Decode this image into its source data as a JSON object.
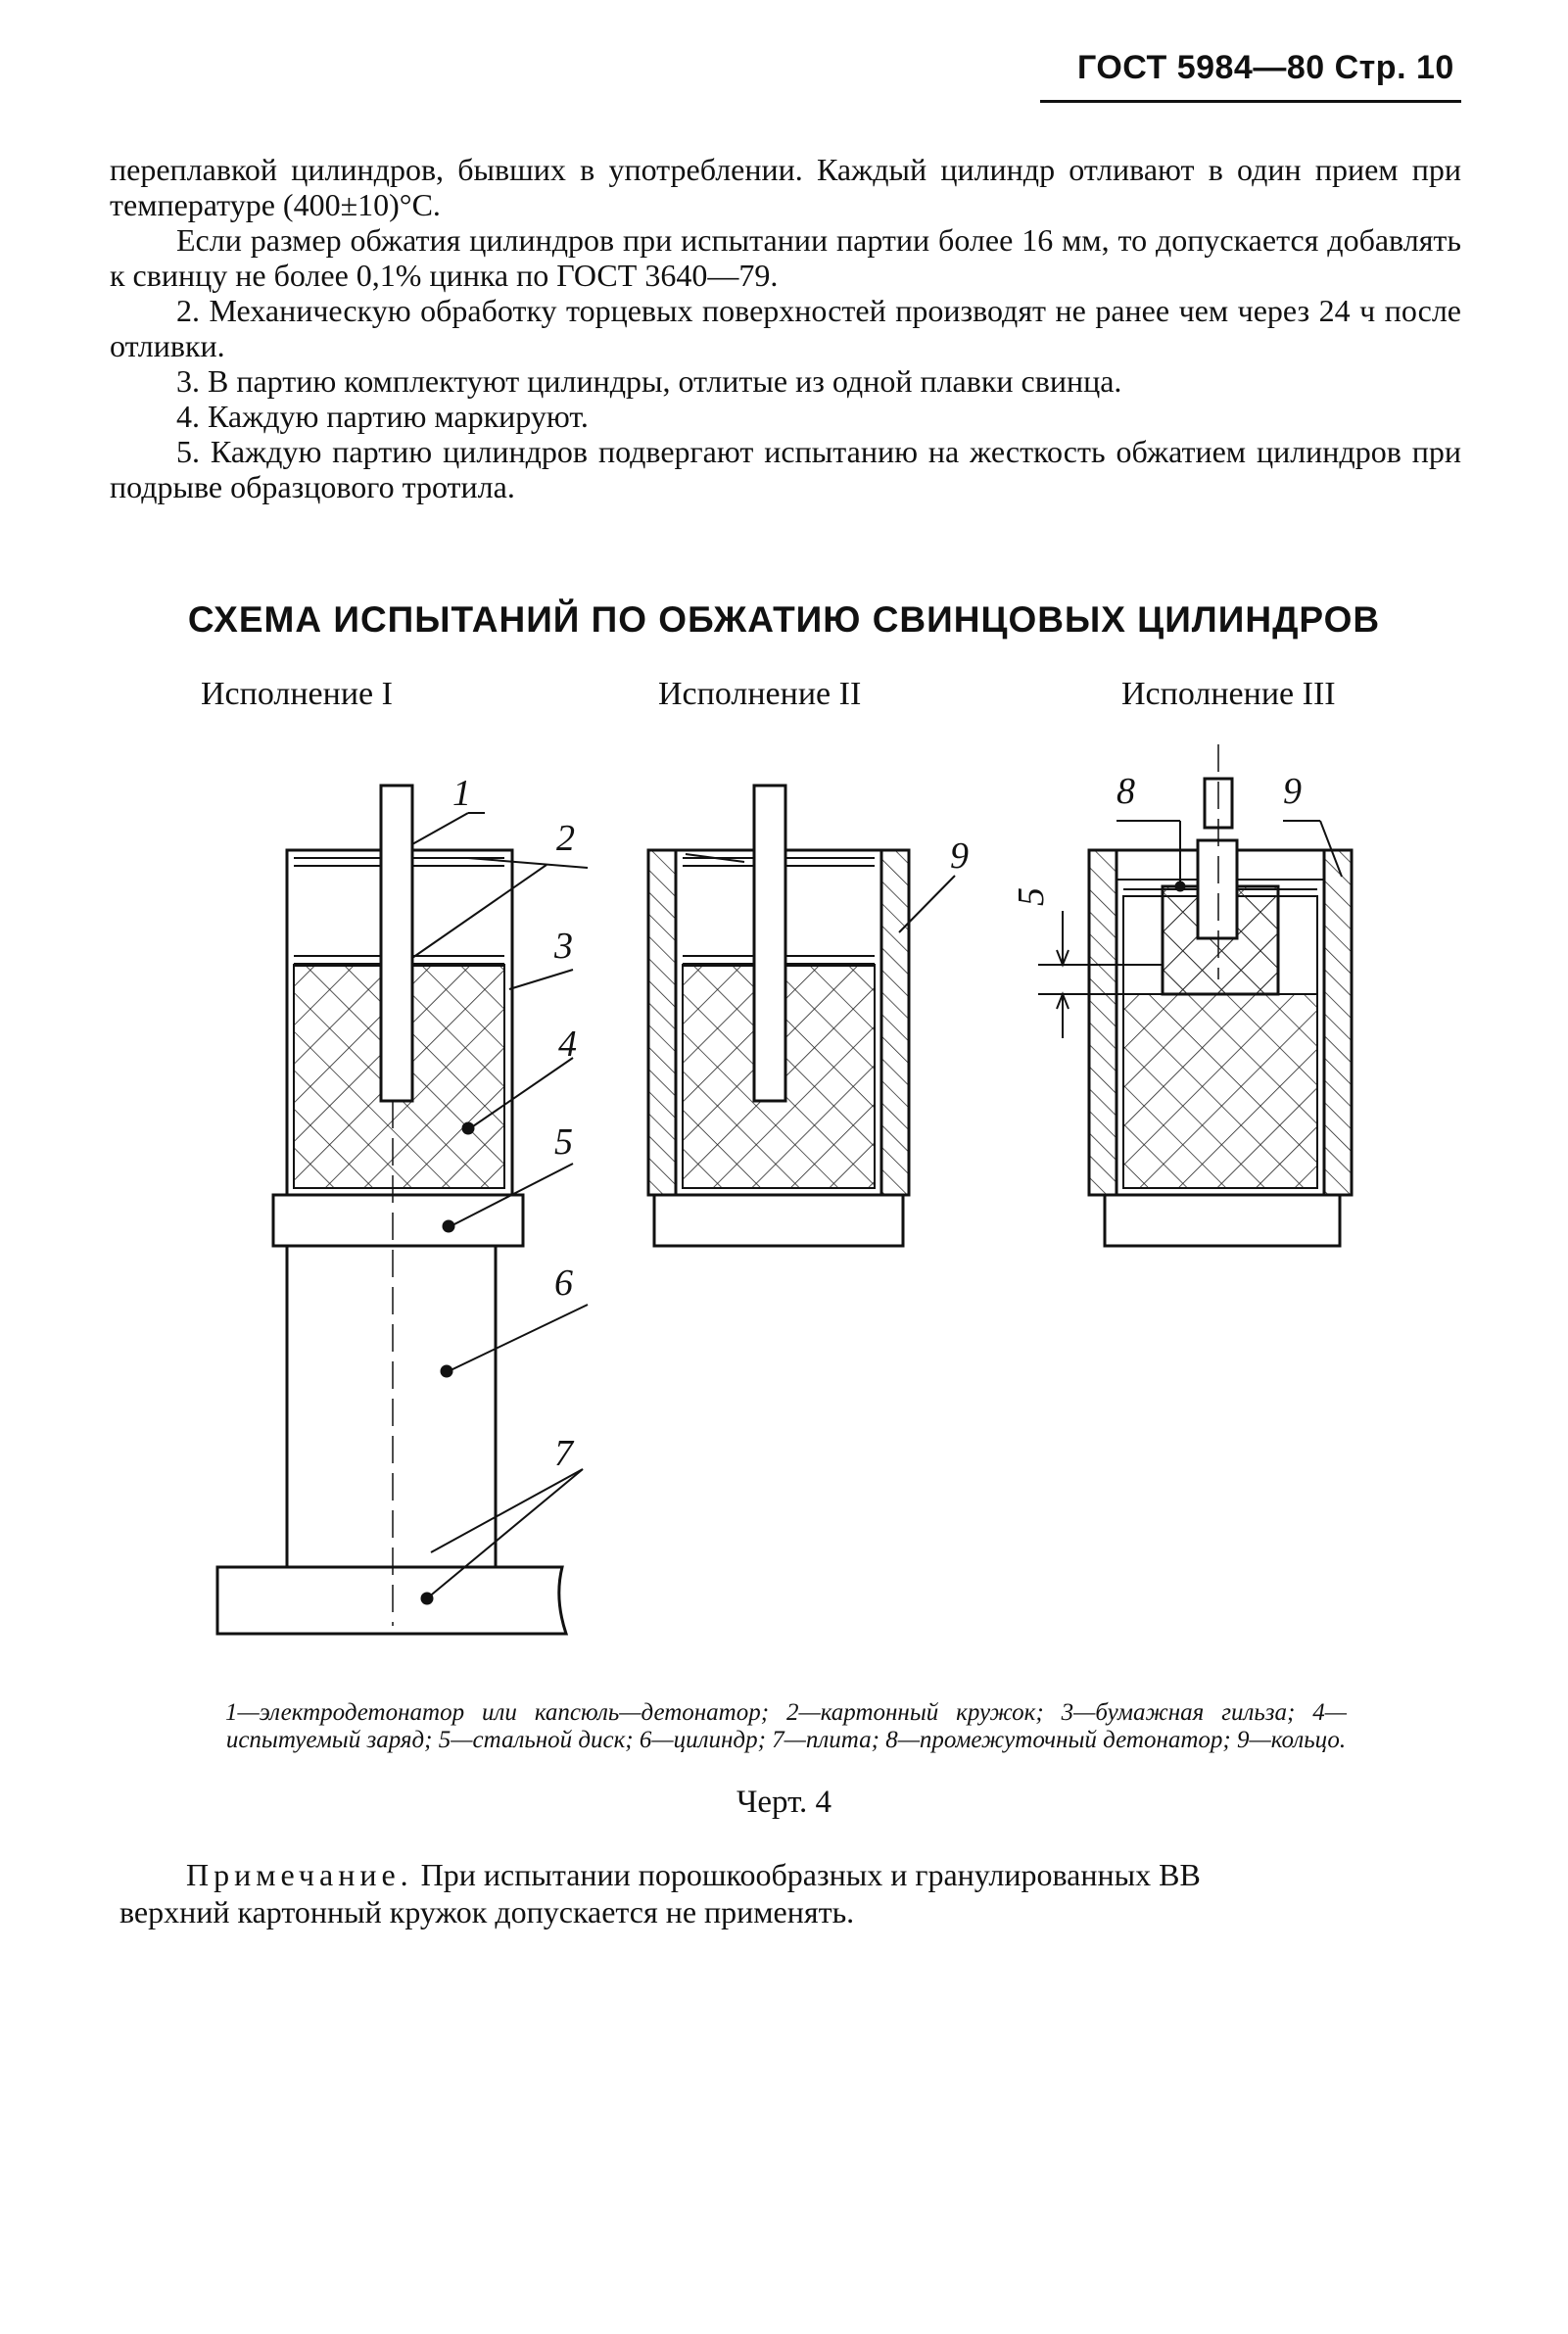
{
  "header": {
    "text": "ГОСТ 5984—80 Стр. 10"
  },
  "body": {
    "paragraphs": [
      "переплавкой цилиндров, бывших в употреблении. Каждый цилиндр отливают в один прием при температуре (400±10)°С.",
      "Если размер обжатия цилиндров при испытании партии более 16 мм, то допускается добавлять к свинцу не более 0,1% цинка по ГОСТ 3640—79.",
      "2. Механическую обработку торцевых поверхностей производят не ранее чем через 24 ч после отливки.",
      "3. В партию комплектуют цилиндры, отлитые из одной плавки свинца.",
      "4. Каждую партию маркируют.",
      "5. Каждую партию цилиндров подвергают испытанию на жесткость обжатием цилиндров при подрыве образцового тротила."
    ]
  },
  "scheme": {
    "title": "СХЕМА ИСПЫТАНИЙ ПО ОБЖАТИЮ СВИНЦОВЫХ ЦИЛИНДРОВ",
    "variants": [
      "Исполнение I",
      "Исполнение II",
      "Исполнение III"
    ],
    "callouts": [
      "1",
      "2",
      "3",
      "4",
      "5",
      "6",
      "7",
      "8",
      "9",
      "9",
      "5"
    ]
  },
  "legend": "1—электродетонатор или капсюль—детонатор; 2—картонный кружок; 3—бумажная гильза; 4—испытуемый заряд; 5—стальной диск; 6—цилиндр; 7—плита; 8—промежуточный детонатор; 9—кольцо.",
  "figure_caption": "Черт. 4",
  "note": {
    "label": "Примечание.",
    "text": "При испытании порошкообразных и гранулированных ВВ",
    "continuation": "верхний картонный кружок допускается не применять."
  }
}
